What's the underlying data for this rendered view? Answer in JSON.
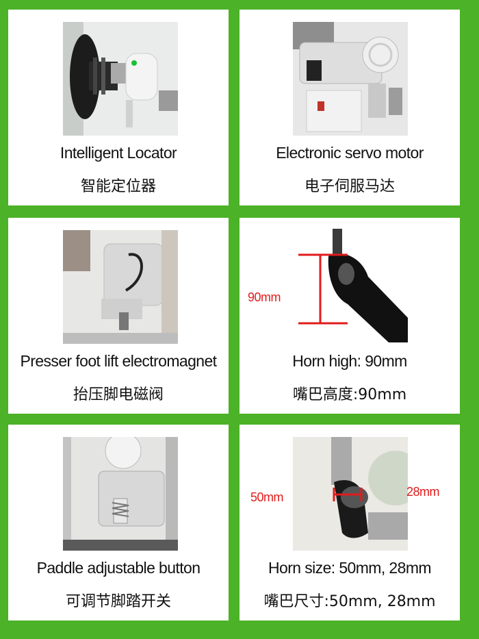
{
  "cards": [
    {
      "title": "Intelligent Locator",
      "subtitle": "智能定位器"
    },
    {
      "title": "Electronic servo motor",
      "subtitle": "电子伺服马达"
    },
    {
      "title": "Presser foot lift electromagnet",
      "subtitle": "抬压脚电磁阀"
    },
    {
      "title": "Horn high: 90mm",
      "subtitle": "嘴巴高度:90mm",
      "dimension_label": "90mm"
    },
    {
      "title": "Paddle adjustable button",
      "subtitle": "可调节脚踏开关"
    },
    {
      "title": "Horn size: 50mm, 28mm",
      "subtitle": "嘴巴尺寸:50mm, 28mm",
      "dimension_left": "50mm",
      "dimension_right": "28mm"
    }
  ],
  "colors": {
    "background": "#4cb227",
    "card": "#ffffff",
    "dimension": "#e21b1b"
  }
}
